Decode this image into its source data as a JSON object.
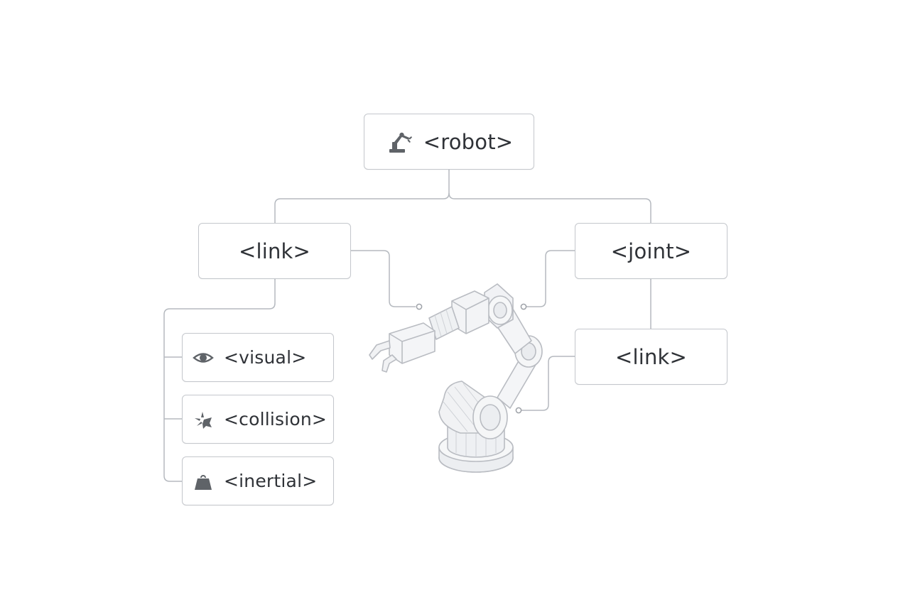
{
  "diagram": {
    "root": {
      "label": "<robot>",
      "icon": "robot-arm-icon"
    },
    "link_main": {
      "label": "<link>"
    },
    "joint": {
      "label": "<joint>"
    },
    "link_child": {
      "label": "<link>"
    },
    "visual": {
      "label": "<visual>",
      "icon": "eye-icon"
    },
    "collision": {
      "label": "<collision>",
      "icon": "collision-burst-icon"
    },
    "inertial": {
      "label": "<inertial>",
      "icon": "weight-icon"
    },
    "center_image": "robot-arm-illustration"
  },
  "colors": {
    "border": "#c4c7cc",
    "line": "#b5b9bf",
    "text": "#2f3237",
    "icon": "#5f6368",
    "illustration_fill": "#f1f2f4",
    "illustration_stroke": "#b9bcc2"
  }
}
